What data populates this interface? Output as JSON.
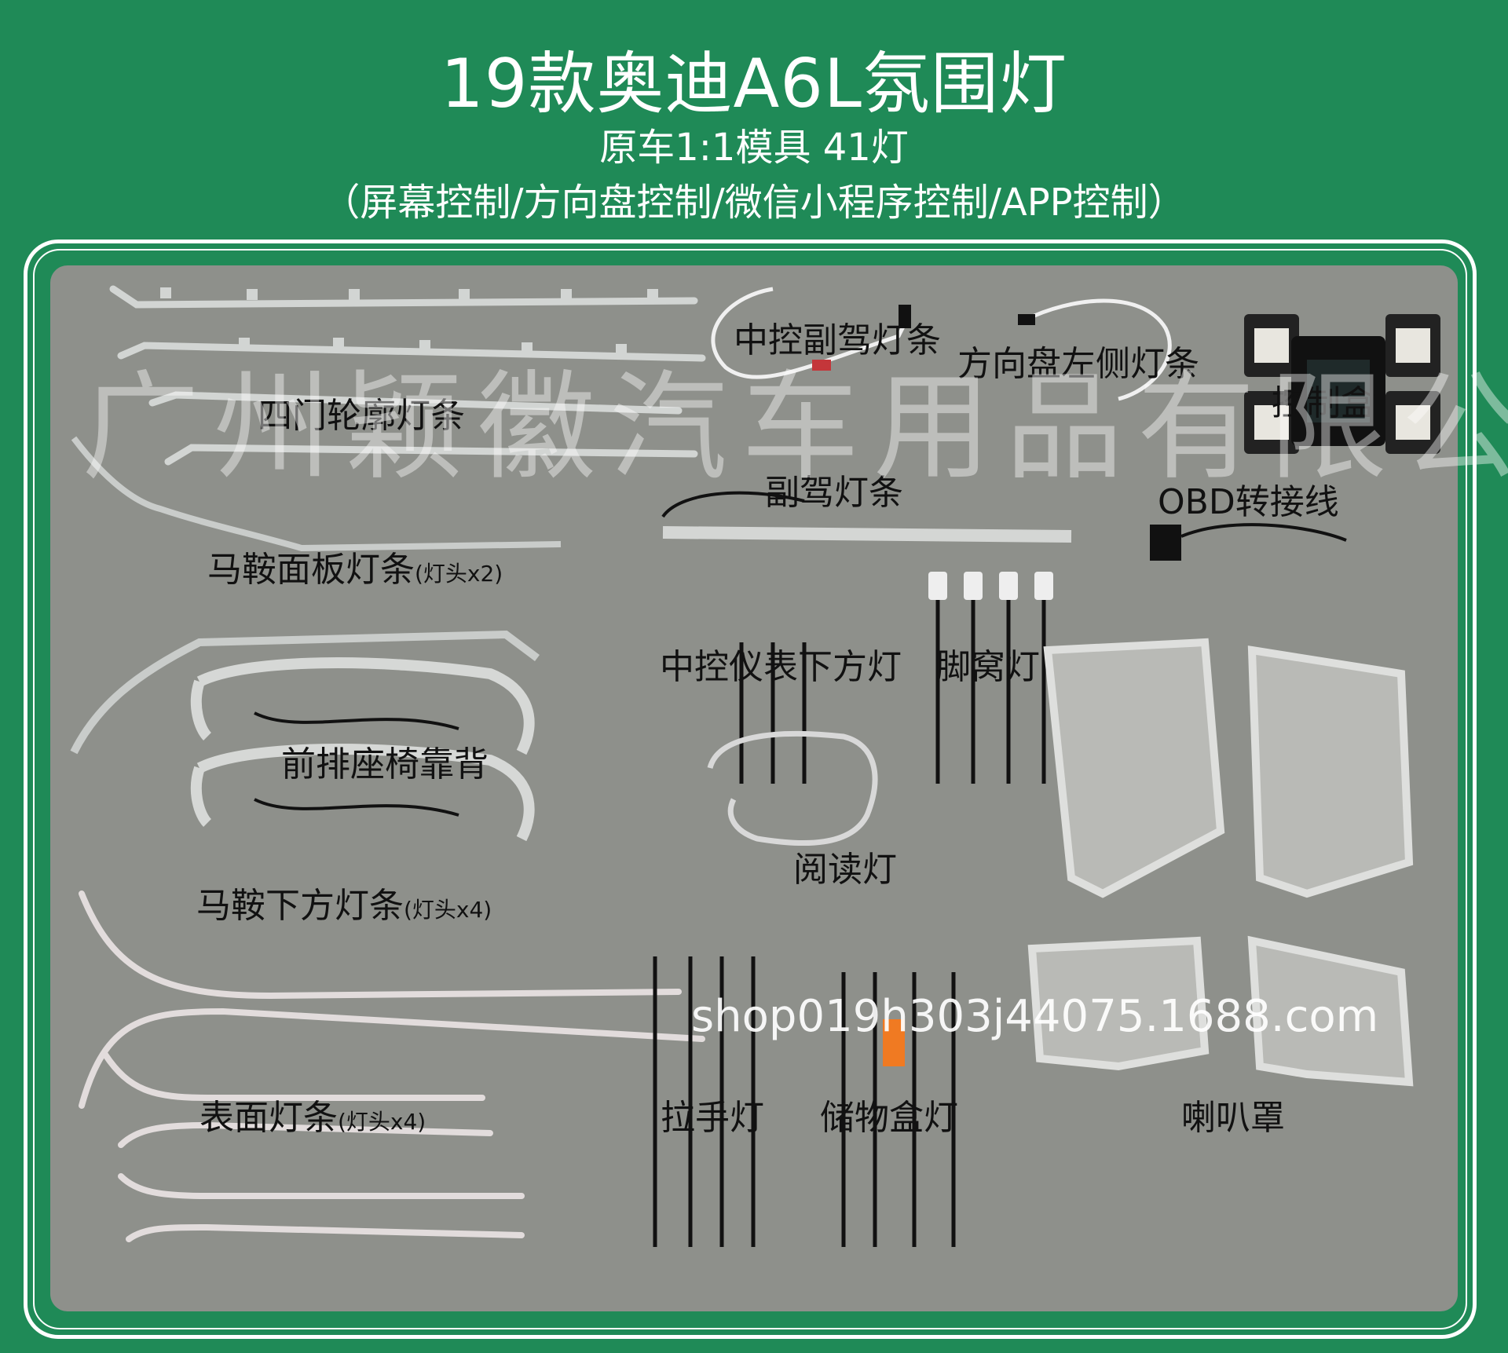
{
  "header": {
    "title": "19款奥迪A6L氛围灯",
    "subtitle": "原车1:1模具 41灯",
    "control_modes": "（屏幕控制/方向盘控制/微信小程序控制/APP控制）"
  },
  "labels": {
    "four_door_outline": "四门轮廓灯条",
    "center_passenger": "中控副驾灯条",
    "steering_left": "方向盘左侧灯条",
    "control_box": "控制盒",
    "passenger_strip": "副驾灯条",
    "obd_cable": "OBD转接线",
    "saddle_panel": "马鞍面板灯条",
    "saddle_panel_note": "(灯头x2)",
    "center_under_dash": "中控仪表下方灯",
    "footwell": "脚窝灯",
    "front_seatback": "前排座椅靠背",
    "reading_light": "阅读灯",
    "saddle_lower": "马鞍下方灯条",
    "saddle_lower_note": "(灯头x4)",
    "surface_strip": "表面灯条",
    "surface_strip_note": "(灯头x4)",
    "handle_light": "拉手灯",
    "storage_box_light": "储物盒灯",
    "speaker_cover": "喇叭罩"
  },
  "watermark": "广州颖徽汽车用品有限公司",
  "shop_url": "shop019h303j44075.1688.com",
  "colors": {
    "background": "#1f8a57",
    "photo_backdrop": "#8e908b",
    "frame": "#ffffff",
    "text_dark": "#111111",
    "metal": "#c9ccca"
  }
}
